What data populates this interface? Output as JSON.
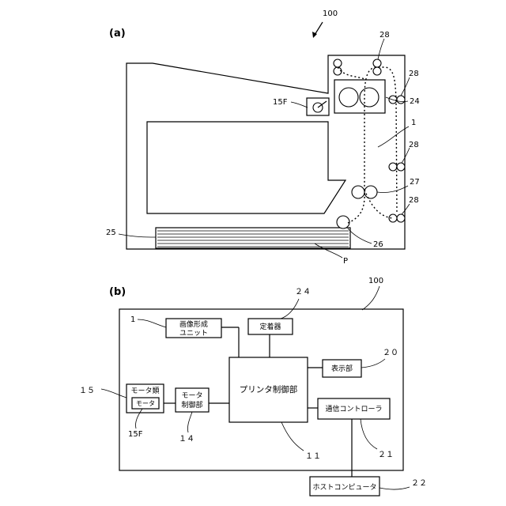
{
  "panel_a": {
    "label": "(a)",
    "ref_100": "100",
    "labels": {
      "r28_top": "28",
      "r28_right1": "28",
      "r24": "24",
      "r15F": "15F",
      "r1": "1",
      "r28_right2": "28",
      "r27": "27",
      "r28_right3": "28",
      "r25": "25",
      "r26": "26",
      "rP": "P"
    }
  },
  "panel_b": {
    "label": "(b)",
    "ref_100": "100",
    "blocks": {
      "image_forming_line1": "画像形成",
      "image_forming_line2": "ユニット",
      "fixing": "定着器",
      "printer_control": "プリンタ制御部",
      "display": "表示部",
      "comm_controller": "通信コントローラ",
      "motors": "モータ類",
      "motor": "モータ",
      "motor_control_line1": "モータ",
      "motor_control_line2": "制御部",
      "host_computer": "ホストコンピュータ"
    },
    "refs": {
      "r1": "1",
      "r24": "２４",
      "r20": "２０",
      "r15": "１５",
      "r15F": "15F",
      "r14": "１４",
      "r11": "１１",
      "r21": "２１",
      "r22": "２２"
    }
  }
}
